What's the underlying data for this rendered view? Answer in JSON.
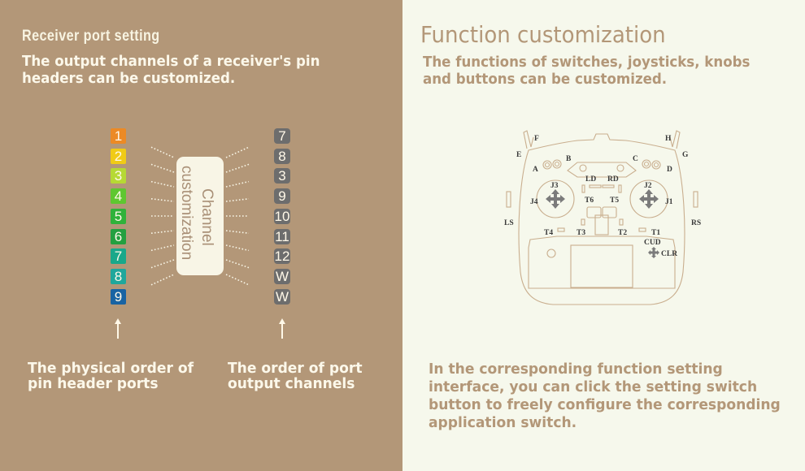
{
  "left_panel": {
    "title": "Receiver port setting",
    "subtitle": "The output channels of a receiver's pin headers can be customized.",
    "pin_ports": [
      {
        "label": "1",
        "color": "#ec8a25"
      },
      {
        "label": "2",
        "color": "#f0cb16"
      },
      {
        "label": "3",
        "color": "#b6d934"
      },
      {
        "label": "4",
        "color": "#5ec730"
      },
      {
        "label": "5",
        "color": "#2fb23a"
      },
      {
        "label": "6",
        "color": "#23a040"
      },
      {
        "label": "7",
        "color": "#19a88a"
      },
      {
        "label": "8",
        "color": "#1fa79c"
      },
      {
        "label": "9",
        "color": "#1863a3"
      }
    ],
    "output_channels": [
      "7",
      "8",
      "3",
      "9",
      "10",
      "11",
      "12",
      "W",
      "W"
    ],
    "channel_box": {
      "line1": "Channel",
      "line2": "customization"
    },
    "caption_left": "The physical order of pin header ports",
    "caption_right": "The order of port output channels",
    "background": "#b39778"
  },
  "right_panel": {
    "title": "Function customization",
    "subtitle": "The functions of switches, joysticks, knobs and buttons can be customized.",
    "description": "In the corresponding function setting interface, you can click the setting switch button to freely configure the corresponding application switch.",
    "background": "#f6f8ec",
    "controller_labels": {
      "E": "E",
      "F": "F",
      "G": "G",
      "H": "H",
      "A": "A",
      "B": "B",
      "C": "C",
      "D": "D",
      "LD": "LD",
      "RD": "RD",
      "J1": "J1",
      "J2": "J2",
      "J3": "J3",
      "J4": "J4",
      "T1": "T1",
      "T2": "T2",
      "T3": "T3",
      "T4": "T4",
      "T5": "T5",
      "T6": "T6",
      "LS": "LS",
      "RS": "RS",
      "CUD": "CUD",
      "CLR": "CLR"
    }
  }
}
